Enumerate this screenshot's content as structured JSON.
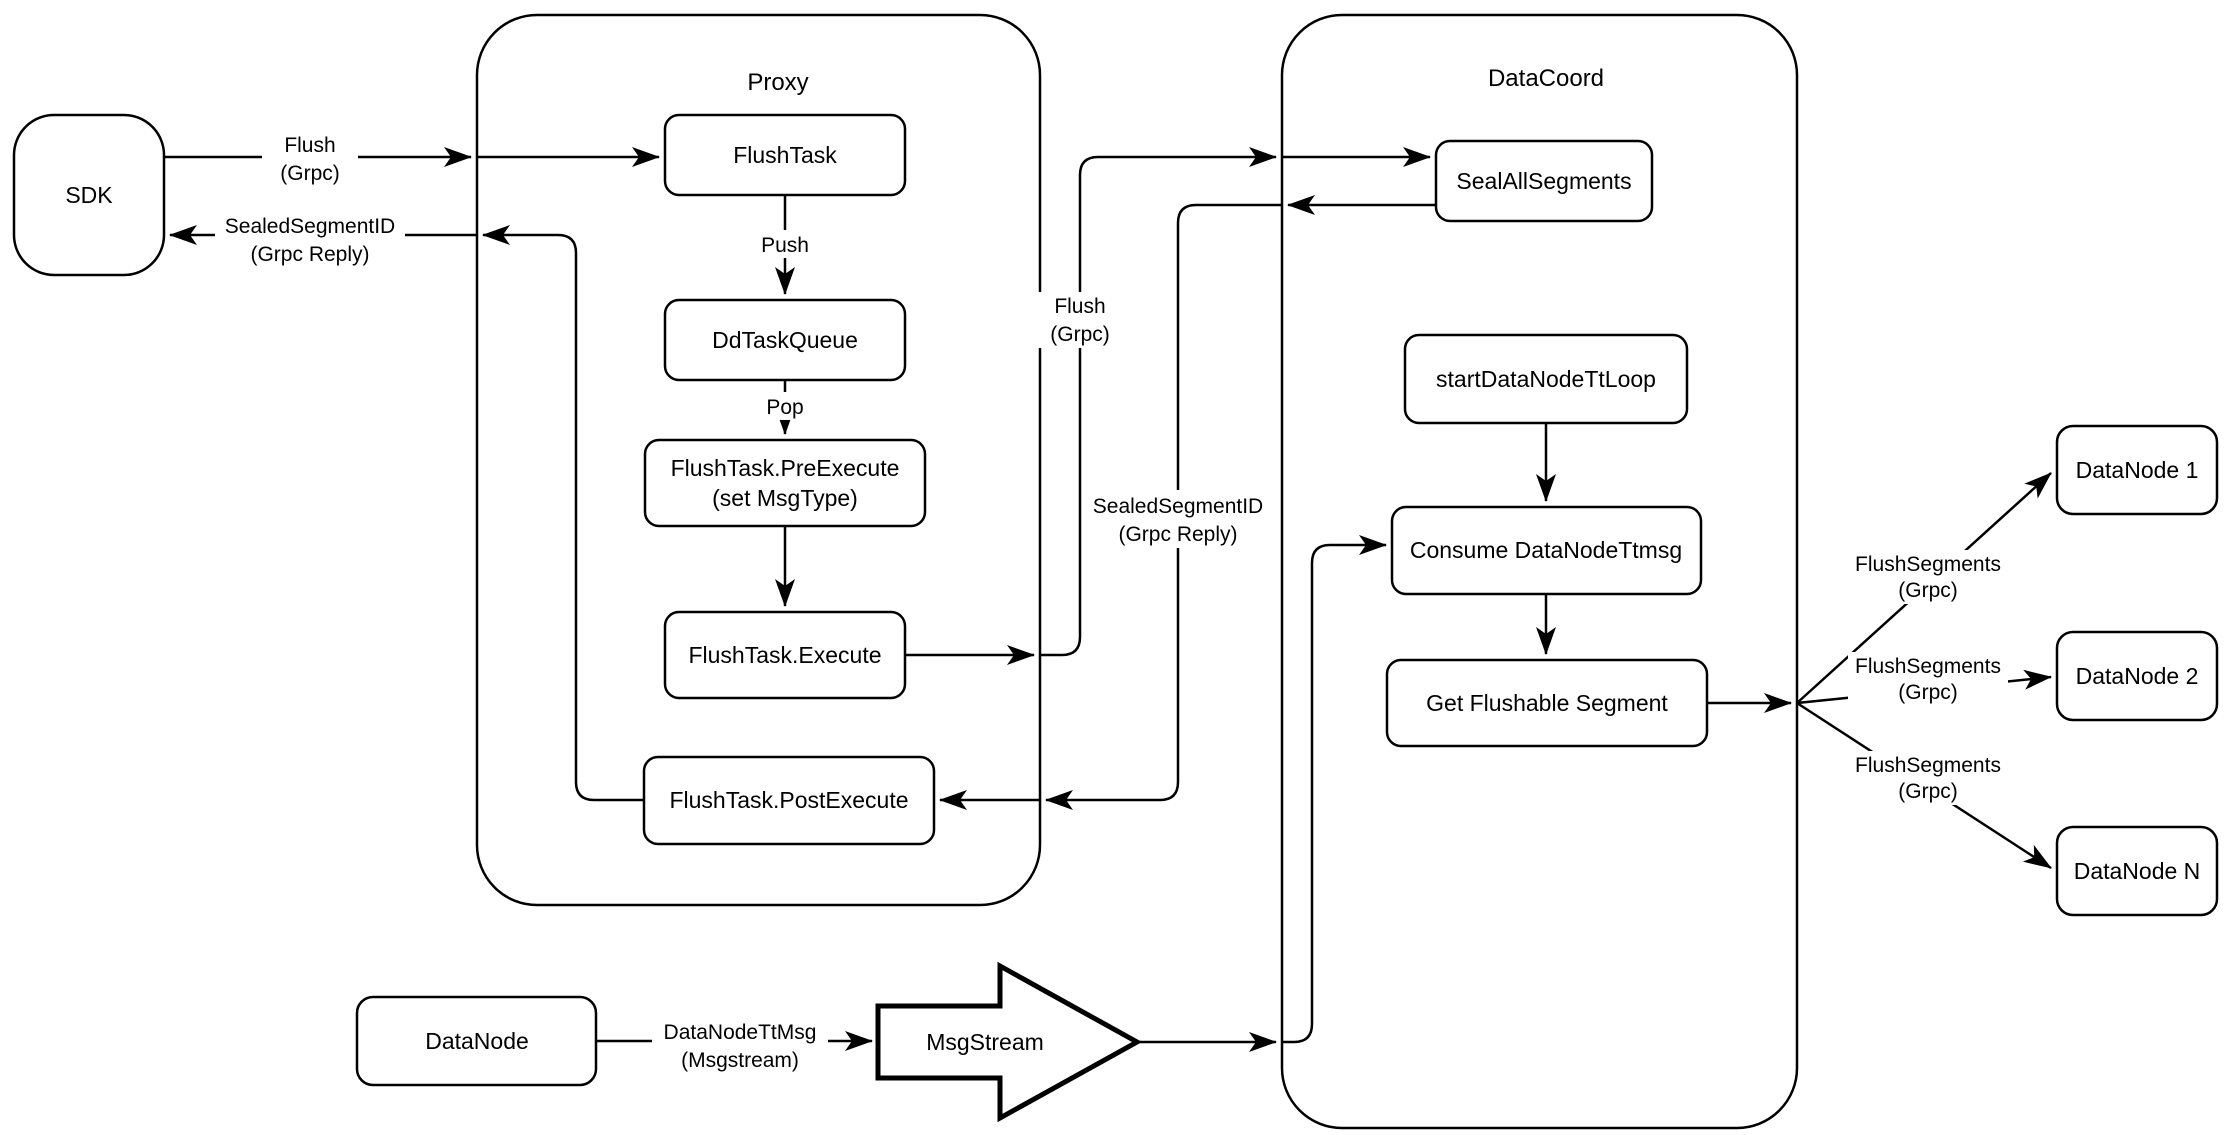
{
  "diagram": {
    "containers": {
      "proxy": {
        "label": "Proxy"
      },
      "datacoord": {
        "label": "DataCoord"
      }
    },
    "nodes": {
      "sdk": {
        "label": "SDK"
      },
      "flushtask": {
        "label": "FlushTask"
      },
      "ddtaskqueue": {
        "label": "DdTaskQueue"
      },
      "preexecute": {
        "label1": "FlushTask.PreExecute",
        "label2": "(set MsgType)"
      },
      "execute": {
        "label": "FlushTask.Execute"
      },
      "postexecute": {
        "label": "FlushTask.PostExecute"
      },
      "sealallsegments": {
        "label": "SealAllSegments"
      },
      "startdatanodettloop": {
        "label": "startDataNodeTtLoop"
      },
      "consumedatanodettmsg": {
        "label": "Consume DataNodeTtmsg"
      },
      "getflushablesegment": {
        "label": "Get Flushable Segment"
      },
      "datanode1": {
        "label": "DataNode 1"
      },
      "datanode2": {
        "label": "DataNode 2"
      },
      "datanoden": {
        "label": "DataNode N"
      },
      "datanode": {
        "label": "DataNode"
      },
      "msgstream": {
        "label": "MsgStream"
      }
    },
    "edges": {
      "flush_sdk": {
        "line1": "Flush",
        "line2": "(Grpc)"
      },
      "sealed_sdk": {
        "line1": "SealedSegmentID",
        "line2": "(Grpc Reply)"
      },
      "push": {
        "label": "Push"
      },
      "pop": {
        "label": "Pop"
      },
      "flush_mid": {
        "line1": "Flush",
        "line2": "(Grpc)"
      },
      "sealed_mid": {
        "line1": "SealedSegmentID",
        "line2": "(Grpc Reply)"
      },
      "flushsegments_1": {
        "line1": "FlushSegments",
        "line2": "(Grpc)"
      },
      "flushsegments_2": {
        "line1": "FlushSegments",
        "line2": "(Grpc)"
      },
      "flushsegments_3": {
        "line1": "FlushSegments",
        "line2": "(Grpc)"
      },
      "datanodettmsg": {
        "line1": "DataNodeTtMsg",
        "line2": "(Msgstream)"
      }
    },
    "colors": {
      "stroke": "#000000",
      "background": "#ffffff"
    }
  }
}
